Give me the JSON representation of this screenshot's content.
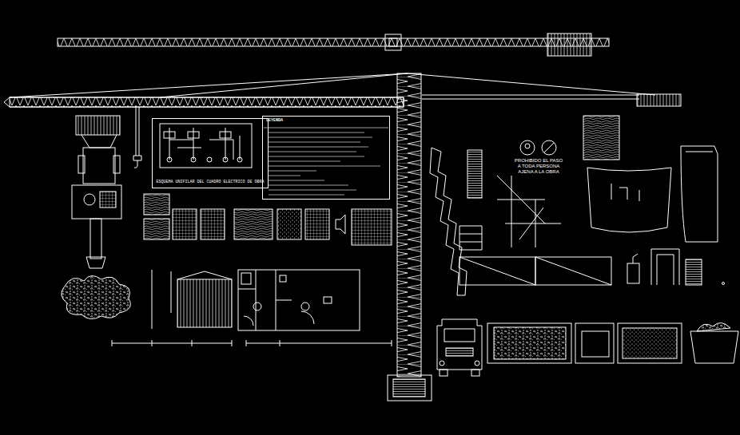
{
  "diagram": {
    "nodes": [
      {
        "text": [
          "ESQUEMA UNIFILAR DEL CUADRO ELECTRICO DE OBRA"
        ]
      },
      {
        "text": [
          "LEYENDA"
        ]
      }
    ],
    "labels": [
      "PROHIBIDO EL PASO A TODA PERSONA AJENA A LA OBRA"
    ]
  }
}
